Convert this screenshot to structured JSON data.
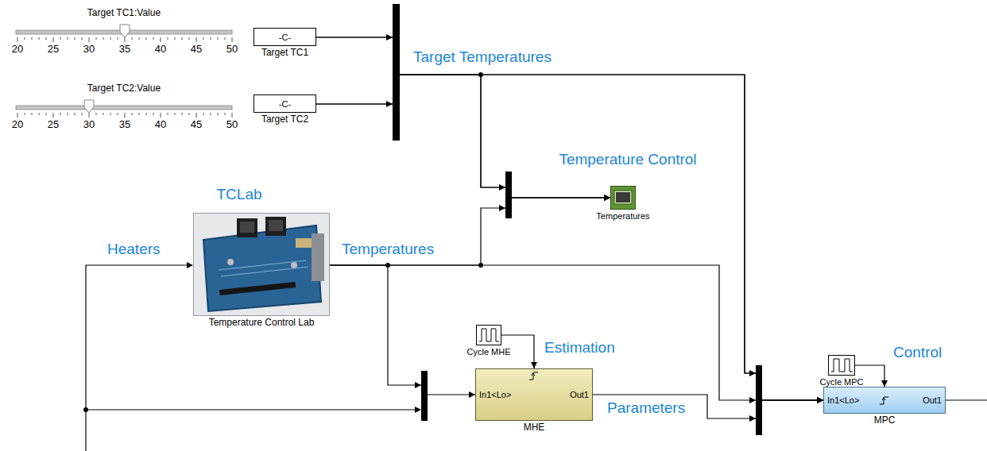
{
  "diagram": {
    "nodes": [
      {
        "text": [
          "Target TC1:Value"
        ]
      },
      {
        "text": [
          "-C-",
          "Target TC1"
        ]
      },
      {
        "text": [
          "Target TC2:Value"
        ]
      },
      {
        "text": [
          "-C-",
          "Target TC2"
        ]
      },
      {
        "text": [
          "Temperatures"
        ]
      },
      {
        "text": [
          "Temperature Control Lab"
        ]
      },
      {
        "text": [
          "Cycle MHE"
        ]
      },
      {
        "text": [
          "In1<Lo>",
          "Out1",
          "MHE"
        ]
      },
      {
        "text": [
          "Cycle MPC"
        ]
      },
      {
        "text": [
          "In1<Lo>",
          "Out1",
          "MPC"
        ]
      }
    ],
    "edges": [
      {
        "from": 1,
        "to": 4,
        "arrow": "to"
      },
      {
        "from": 3,
        "to": 4,
        "arrow": "to"
      },
      {
        "from": 1,
        "to": 9,
        "arrow": "to"
      },
      {
        "from": 3,
        "to": 9,
        "arrow": "to"
      },
      {
        "from": 5,
        "to": 4,
        "arrow": "to"
      },
      {
        "from": 5,
        "to": 7,
        "arrow": "to"
      },
      {
        "from": 5,
        "to": 9,
        "arrow": "to"
      },
      {
        "from": 7,
        "to": 9,
        "label": "Parameters",
        "arrow": "to"
      },
      {
        "from": 6,
        "to": 7,
        "arrow": "to"
      },
      {
        "from": 8,
        "to": 9,
        "arrow": "to"
      }
    ],
    "labels": [
      "Target Temperatures",
      "Temperature Control",
      "TCLab",
      "Heaters",
      "Temperatures",
      "Estimation",
      "Control",
      "20",
      "25",
      "30",
      "35",
      "40",
      "45",
      "50",
      "20",
      "25",
      "30",
      "35",
      "40",
      "45",
      "50"
    ]
  }
}
